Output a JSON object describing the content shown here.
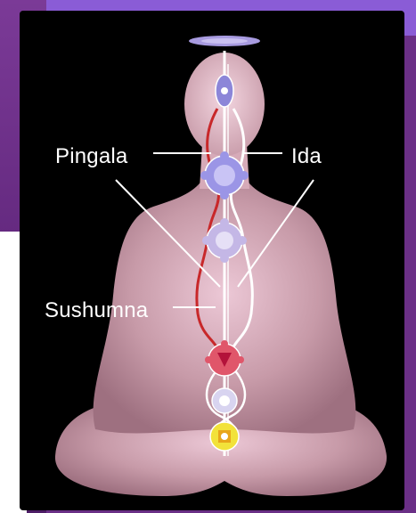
{
  "labels": {
    "pingala": "Pingala",
    "ida": "Ida",
    "sushumna": "Sushumna"
  },
  "colors": {
    "background_panel": "#000000",
    "body": "#c79aa8",
    "pingala_channel": "#c8282a",
    "ida_channel": "#ffffff",
    "chakra_crown": "#a89be0",
    "chakra_third_eye": "#8c86d8",
    "chakra_throat": "#9b95e6",
    "chakra_heart": "#c4b7e6",
    "chakra_solar": "#e0566a",
    "chakra_sacral": "#d8d4f0",
    "chakra_root": "#f2e23a"
  },
  "icons": [
    "meditating-figure",
    "chakra-lotus"
  ]
}
